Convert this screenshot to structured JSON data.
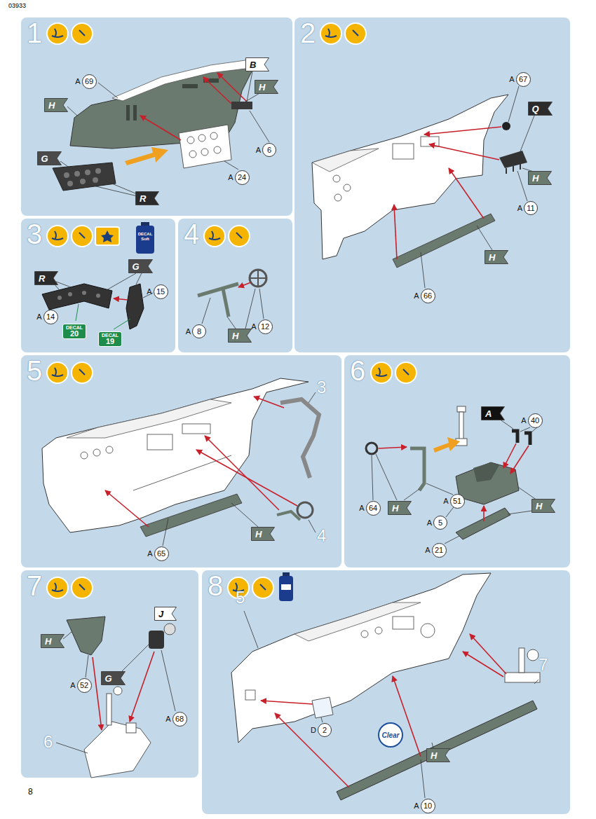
{
  "diagram": {
    "nodes": [
      {
        "text": [
          "1"
        ]
      },
      {
        "text": [
          "A",
          "69"
        ],
        "in": 0
      },
      {
        "text": [
          "B"
        ],
        "in": 0
      },
      {
        "text": [
          "H"
        ],
        "in": 0
      },
      {
        "text": [
          "A",
          "6"
        ],
        "in": 0
      },
      {
        "text": [
          "H"
        ],
        "in": 0
      },
      {
        "text": [
          "A",
          "24"
        ],
        "in": 0
      },
      {
        "text": [
          "G"
        ],
        "in": 0
      },
      {
        "text": [
          "R"
        ],
        "in": 0
      },
      {
        "text": [
          "2"
        ]
      },
      {
        "text": [
          "A",
          "67"
        ],
        "in": 9
      },
      {
        "text": [
          "Q"
        ],
        "in": 9
      },
      {
        "text": [
          "H"
        ],
        "in": 9
      },
      {
        "text": [
          "A",
          "11"
        ],
        "in": 9
      },
      {
        "text": [
          "H"
        ],
        "in": 9
      },
      {
        "text": [
          "A",
          "66"
        ],
        "in": 9
      },
      {
        "text": [
          "3"
        ]
      },
      {
        "text": [
          "R"
        ],
        "in": 16
      },
      {
        "text": [
          "G"
        ],
        "in": 16
      },
      {
        "text": [
          "A",
          "15"
        ],
        "in": 16
      },
      {
        "text": [
          "A",
          "14"
        ],
        "in": 16
      },
      {
        "text": [
          "DECAL",
          "20"
        ],
        "in": 16
      },
      {
        "text": [
          "DECAL",
          "19"
        ],
        "in": 16
      },
      {
        "text": [
          "4"
        ]
      },
      {
        "text": [
          "A",
          "12"
        ],
        "in": 23
      },
      {
        "text": [
          "A",
          "8"
        ],
        "in": 23
      },
      {
        "text": [
          "H"
        ],
        "in": 23
      },
      {
        "text": [
          "5"
        ]
      },
      {
        "text": [
          "H"
        ],
        "in": 27
      },
      {
        "text": [
          "A",
          "65"
        ],
        "in": 27
      },
      {
        "text": [
          "6"
        ]
      },
      {
        "text": [
          "A"
        ],
        "in": 30
      },
      {
        "text": [
          "A",
          "40"
        ],
        "in": 30
      },
      {
        "text": [
          "A",
          "64"
        ],
        "in": 30
      },
      {
        "text": [
          "H"
        ],
        "in": 30
      },
      {
        "text": [
          "A",
          "51"
        ],
        "in": 30
      },
      {
        "text": [
          "A",
          "5"
        ],
        "in": 30
      },
      {
        "text": [
          "H"
        ],
        "in": 30
      },
      {
        "text": [
          "A",
          "21"
        ],
        "in": 30
      },
      {
        "text": [
          "7"
        ]
      },
      {
        "text": [
          "J"
        ],
        "in": 39
      },
      {
        "text": [
          "H"
        ],
        "in": 39
      },
      {
        "text": [
          "G"
        ],
        "in": 39
      },
      {
        "text": [
          "A",
          "52"
        ],
        "in": 39
      },
      {
        "text": [
          "A",
          "68"
        ],
        "in": 39
      },
      {
        "text": [
          "8"
        ]
      },
      {
        "text": [
          "D",
          "2"
        ],
        "in": 45
      },
      {
        "text": [
          "Clear"
        ],
        "in": 45
      },
      {
        "text": [
          "H"
        ],
        "in": 45
      },
      {
        "text": [
          "A",
          "10"
        ],
        "in": 45
      }
    ],
    "labels": [
      "03933",
      "3",
      "4",
      "6",
      "5",
      "7",
      "DECAL Soft",
      "8"
    ]
  }
}
